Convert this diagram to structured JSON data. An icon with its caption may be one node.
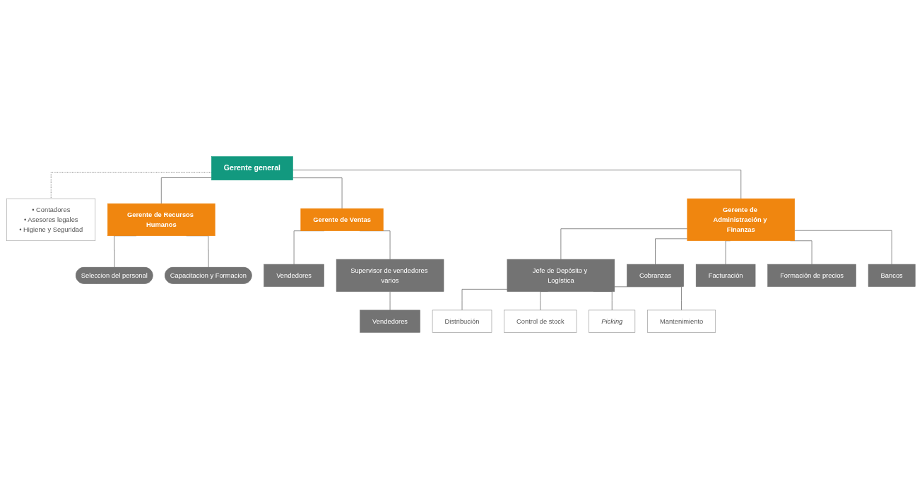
{
  "diagram": {
    "nodes": [
      {
        "text": [
          "Gerente general"
        ]
      },
      {
        "text": [
          "• Contadores",
          "• Asesores legales",
          "• Higiene y Seguridad"
        ]
      },
      {
        "text": [
          "Gerente de Recursos Humanos"
        ]
      },
      {
        "text": [
          "Gerente de Ventas"
        ]
      },
      {
        "text": [
          "Gerente de Administración y Finanzas"
        ]
      },
      {
        "text": [
          "Jefe de Depósito y Logística"
        ]
      },
      {
        "text": [
          "Seleccion del personal"
        ]
      },
      {
        "text": [
          "Capacitacion y Formacion"
        ]
      },
      {
        "text": [
          "Vendedores"
        ]
      },
      {
        "text": [
          "Supervisor de vendedores varios"
        ]
      },
      {
        "text": [
          "Vendedores"
        ]
      },
      {
        "text": [
          "Cobranzas"
        ]
      },
      {
        "text": [
          "Facturación"
        ]
      },
      {
        "text": [
          "Formación de precios"
        ]
      },
      {
        "text": [
          "Bancos"
        ]
      },
      {
        "text": [
          "Distribución"
        ]
      },
      {
        "text": [
          "Control de stock"
        ]
      },
      {
        "text": [
          "Picking"
        ]
      },
      {
        "text": [
          "Mantenimiento"
        ]
      }
    ],
    "edges": [
      {
        "from": 0,
        "to": 1,
        "arrow": "none",
        "style": "dashed"
      },
      {
        "from": 0,
        "to": 2,
        "arrow": "none"
      },
      {
        "from": 0,
        "to": 3,
        "arrow": "none"
      },
      {
        "from": 0,
        "to": 4,
        "arrow": "none"
      },
      {
        "from": 4,
        "to": 5,
        "arrow": "none"
      },
      {
        "from": 2,
        "to": 6,
        "arrow": "none"
      },
      {
        "from": 2,
        "to": 7,
        "arrow": "none"
      },
      {
        "from": 3,
        "to": 8,
        "arrow": "none"
      },
      {
        "from": 3,
        "to": 9,
        "arrow": "none"
      },
      {
        "from": 9,
        "to": 10,
        "arrow": "none"
      },
      {
        "from": 4,
        "to": 11,
        "arrow": "none"
      },
      {
        "from": 4,
        "to": 12,
        "arrow": "none"
      },
      {
        "from": 4,
        "to": 13,
        "arrow": "none"
      },
      {
        "from": 4,
        "to": 14,
        "arrow": "none"
      },
      {
        "from": 5,
        "to": 15,
        "arrow": "none"
      },
      {
        "from": 5,
        "to": 16,
        "arrow": "none"
      },
      {
        "from": 5,
        "to": 17,
        "arrow": "none"
      },
      {
        "from": 5,
        "to": 18,
        "arrow": "none"
      }
    ]
  }
}
